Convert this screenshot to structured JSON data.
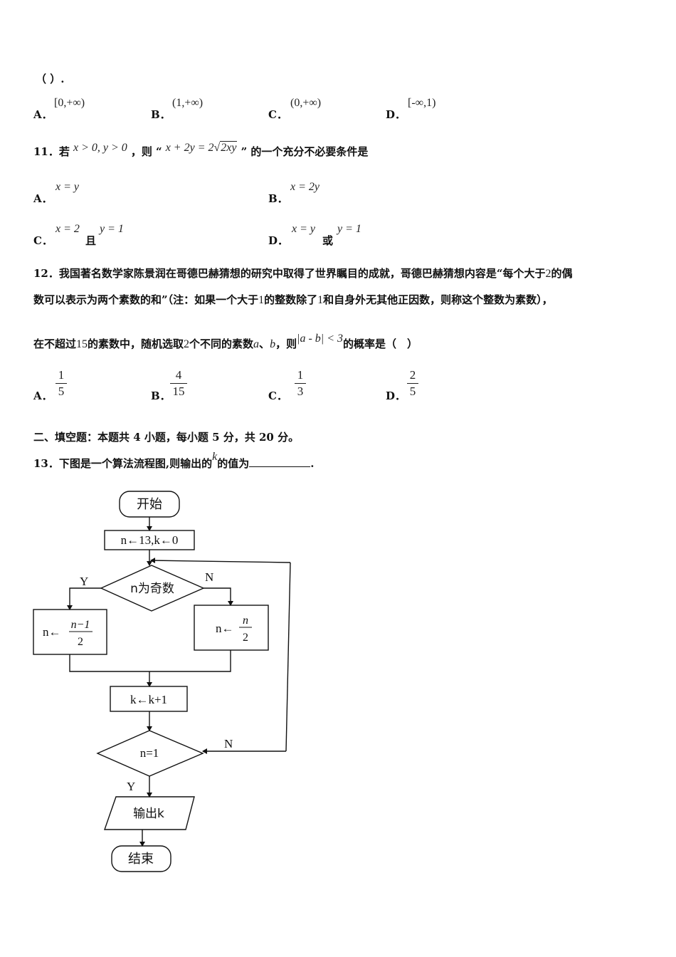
{
  "q10": {
    "stem_tail": "（ ）.",
    "options": [
      {
        "label": "A．",
        "value": "[0,+∞)"
      },
      {
        "label": "B．",
        "value": "(1,+∞)"
      },
      {
        "label": "C．",
        "value": "(0,+∞)"
      },
      {
        "label": "D．",
        "value": "[-∞,1)"
      }
    ]
  },
  "q11": {
    "number": "11．若",
    "cond": "x > 0, y > 0",
    "mid": "，则",
    "quote_open": "“",
    "expr_left": "x + 2y = 2",
    "expr_rad": "2xy",
    "quote_close": "”",
    "tail": "的一个充分不必要条件是",
    "options": [
      {
        "label": "A．",
        "value": "x = y"
      },
      {
        "label": "B．",
        "value": "x = 2y"
      },
      {
        "label": "C．",
        "value": "x = 2",
        "joiner": "且",
        "value2": "y = 1"
      },
      {
        "label": "D．",
        "value": "x = y",
        "joiner": "或",
        "value2": "y = 1"
      }
    ]
  },
  "q12": {
    "line1a": "12．我国著名数学家陈景润在哥德巴赫猜想的研究中取得了世界瞩目的成就，哥德巴赫猜想内容是“每个大于",
    "line1n": "2",
    "line1b": "的偶",
    "line2a": "数可以表示为两个素数的和”（注：如果一个大于",
    "line2n1": "1",
    "line2b": "的整数除了",
    "line2n2": "1",
    "line2c": "和自身外无其他正因数，则称这个整数为素数），",
    "line3a": "在不超过",
    "line3n1": "15",
    "line3b": "的素数中，随机选取",
    "line3n2": "2",
    "line3c": "个不同的素数",
    "var_a": "a",
    "sep": "、",
    "var_b": "b",
    "line3d": "，则",
    "abs_expr": "|a - b| < 3",
    "line3e": "的概率是（　）",
    "options": [
      {
        "label": "A．",
        "num": "1",
        "den": "5"
      },
      {
        "label": "B．",
        "num": "4",
        "den": "15"
      },
      {
        "label": "C．",
        "num": "1",
        "den": "3"
      },
      {
        "label": "D．",
        "num": "2",
        "den": "5"
      }
    ]
  },
  "section2": {
    "heading": "二、填空题：本题共 4 小题，每小题 5 分，共 20 分。"
  },
  "q13": {
    "text_a": "13．下图是一个算法流程图,则输出的",
    "var_k": "k",
    "text_b": "的值为",
    "text_end": "."
  },
  "flowchart": {
    "start": "开始",
    "init": "n←13,k←0",
    "decision1": "n为奇数",
    "yes": "Y",
    "no": "N",
    "left_prefix": "n←",
    "left_num": "n−1",
    "left_den": "2",
    "right_prefix": "n←",
    "right_num": "n",
    "right_den": "2",
    "increment": "k←k+1",
    "decision2": "n=1",
    "output": "输出k",
    "end": "结束"
  }
}
